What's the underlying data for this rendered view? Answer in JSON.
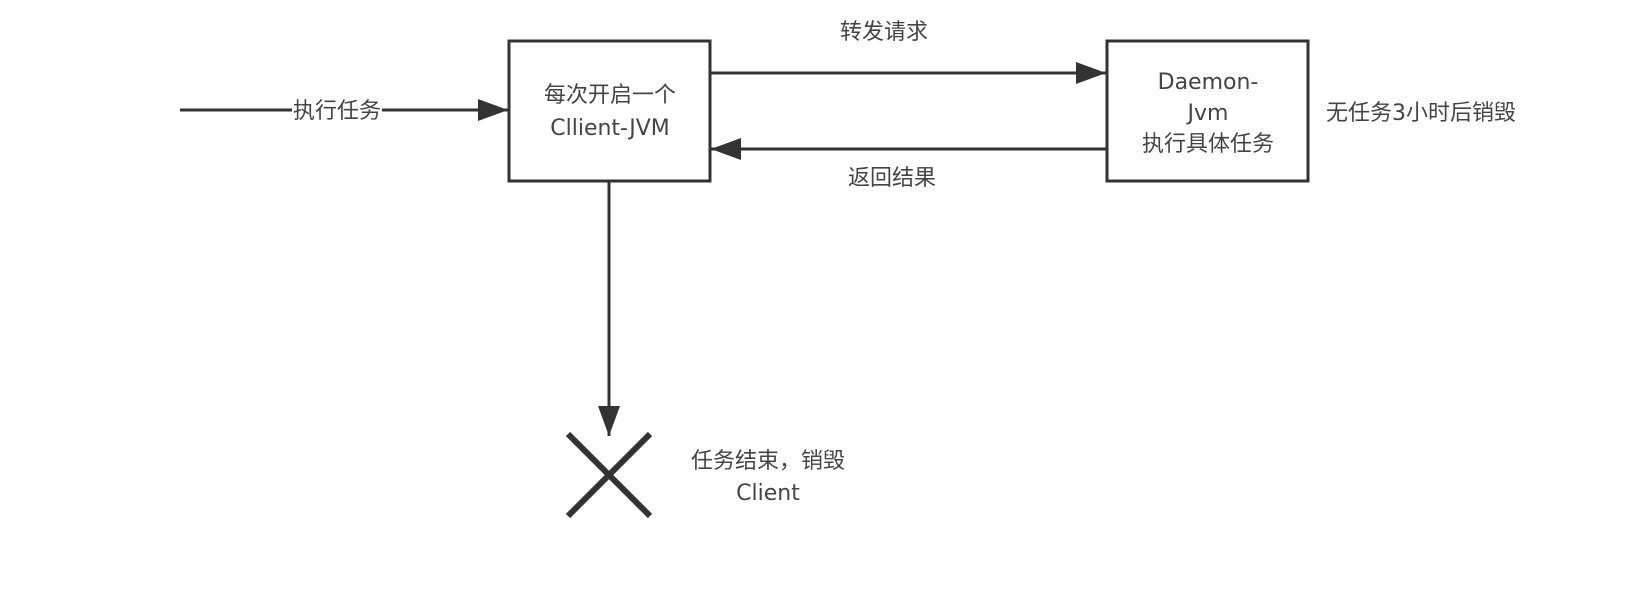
{
  "diagram": {
    "nodes": {
      "client_jvm": {
        "line1": "每次开启一个",
        "line2": "Cllient-JVM"
      },
      "daemon_jvm": {
        "line1": "Daemon-",
        "line2": "Jvm",
        "line3": "执行具体任务"
      }
    },
    "edges": {
      "execute_task": {
        "label": "执行任务"
      },
      "forward_request": {
        "label": "转发请求"
      },
      "return_result": {
        "label": "返回结果"
      }
    },
    "annotations": {
      "daemon_note": "无任务3小时后销毁",
      "client_end": {
        "line1": "任务结束，销毁",
        "line2": "Client"
      }
    },
    "colors": {
      "stroke": "#333333",
      "text": "#444444"
    }
  }
}
